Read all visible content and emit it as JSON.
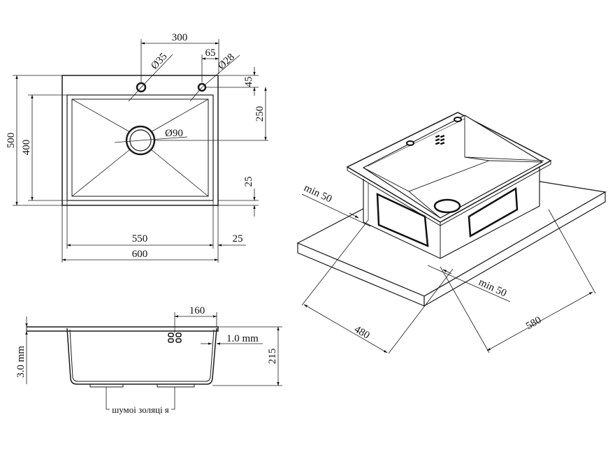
{
  "top_view": {
    "dims": {
      "hole_spacing": "300",
      "right_hole_offset": "65",
      "hole_left_diameter": "Ø35",
      "hole_right_diameter": "Ø28",
      "hole_top_offset": "45",
      "drain_offset": "250",
      "drain_diameter": "Ø90",
      "overall_depth": "500",
      "bowl_depth": "400",
      "bowl_bottom_margin": "25",
      "bowl_width": "550",
      "side_margin": "25",
      "overall_width": "600"
    }
  },
  "side_view": {
    "dims": {
      "drain_distance": "160",
      "wall_thickness": "1.0 mm",
      "height": "215",
      "flange_thickness": "3.0 mm",
      "insulation_label": "шумоі золяці я"
    }
  },
  "iso_view": {
    "dims": {
      "cutout_depth": "480",
      "cutout_width": "580",
      "min_left": "min 50",
      "min_right": "min 50"
    }
  }
}
